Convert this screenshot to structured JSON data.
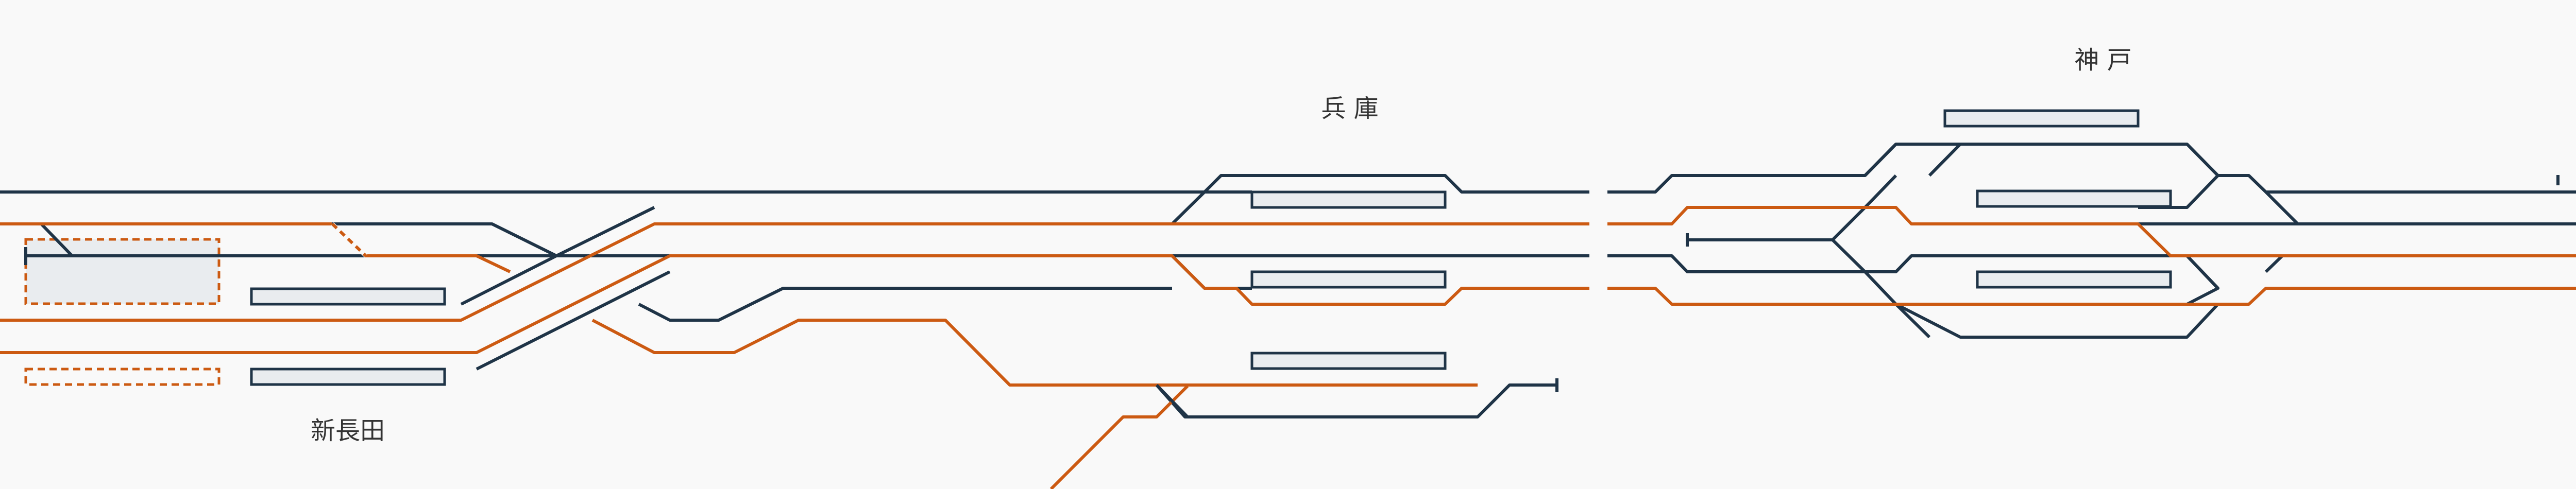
{
  "stations": [
    {
      "id": "shin-nagata",
      "name": "新長田"
    },
    {
      "id": "hyogo",
      "name": "兵 庫"
    },
    {
      "id": "kobe",
      "name": "神 戸"
    }
  ],
  "colors": {
    "background": "#f9f9f9",
    "track_dark": "#1f3447",
    "track_orange": "#cc5a12",
    "platform_fill": "#e9ecef",
    "platform_stroke": "#1f3447",
    "label": "#333333"
  }
}
